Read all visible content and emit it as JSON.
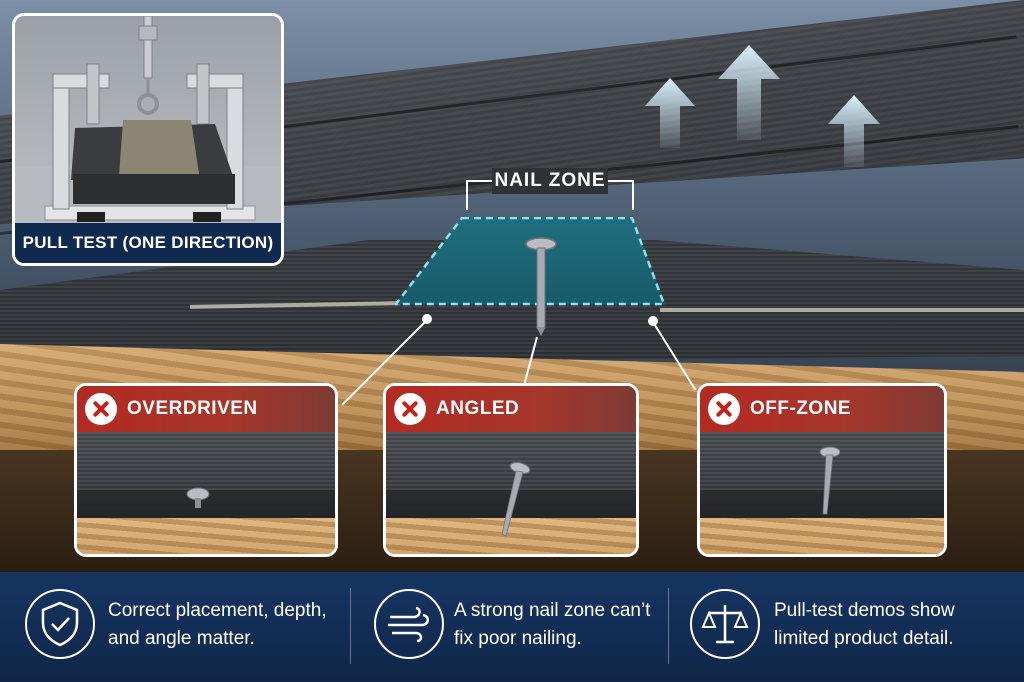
{
  "nail_zone": {
    "label": "NAIL ZONE"
  },
  "inset": {
    "caption": "PULL TEST (ONE DIRECTION)"
  },
  "callouts": [
    {
      "title": "OVERDRIVEN"
    },
    {
      "title": "ANGLED"
    },
    {
      "title": "OFF-ZONE"
    }
  ],
  "footer": [
    {
      "icon": "shield-check-icon",
      "line1": "Correct placement, depth,",
      "line2": "and angle matter."
    },
    {
      "icon": "wind-icon",
      "line1": "A strong nail zone can’t",
      "line2": "fix poor nailing."
    },
    {
      "icon": "balance-scale-icon",
      "line1": "Pull-test demos show",
      "line2": "limited product detail."
    }
  ],
  "colors": {
    "footer_bg": "#173563",
    "nail_zone": "#1f6f7e",
    "nail_zone_outline": "#8fe3ef",
    "error_red": "#b32a22",
    "arrow": "#bfe3f5"
  }
}
